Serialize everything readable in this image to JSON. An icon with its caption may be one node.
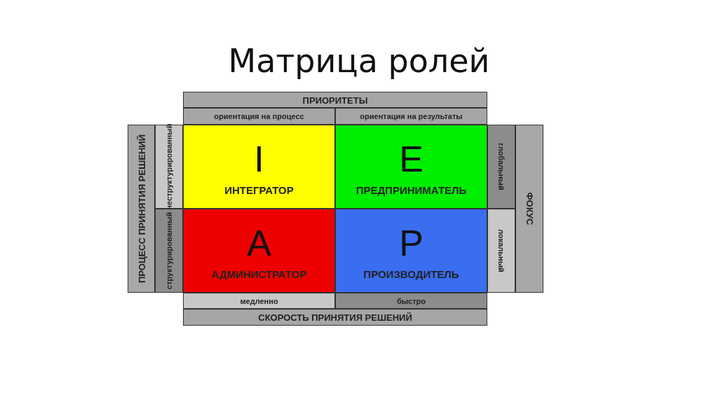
{
  "diagram": {
    "title": "Матрица ролей",
    "nodes": [
      {
        "text": [
          "ПРИОРИТЕТЫ"
        ]
      },
      {
        "text": [
          "ориентация на процесс"
        ]
      },
      {
        "text": [
          "ориентация на результаты"
        ]
      },
      {
        "text": [
          "ПРОЦЕСС ПРИНЯТИЯ РЕШЕНИЙ"
        ]
      },
      {
        "text": [
          "неструктурированный"
        ]
      },
      {
        "text": [
          "I",
          "ИНТЕГРАТОР"
        ]
      },
      {
        "text": [
          "E",
          "ПРЕДПРИНИМАТЕЛЬ"
        ]
      },
      {
        "text": [
          "глобальный"
        ]
      },
      {
        "text": [
          "ФОКУС"
        ]
      },
      {
        "text": [
          "структурированный"
        ]
      },
      {
        "text": [
          "A",
          "АДМИНИСТРАТОР"
        ]
      },
      {
        "text": [
          "P",
          "ПРОИЗВОДИТЕЛЬ"
        ]
      },
      {
        "text": [
          "локальный"
        ]
      },
      {
        "text": [
          "медленно"
        ]
      },
      {
        "text": [
          "быстро"
        ]
      },
      {
        "text": [
          "СКОРОСТЬ ПРИНЯТИЯ РЕШЕНИЙ"
        ]
      }
    ]
  }
}
